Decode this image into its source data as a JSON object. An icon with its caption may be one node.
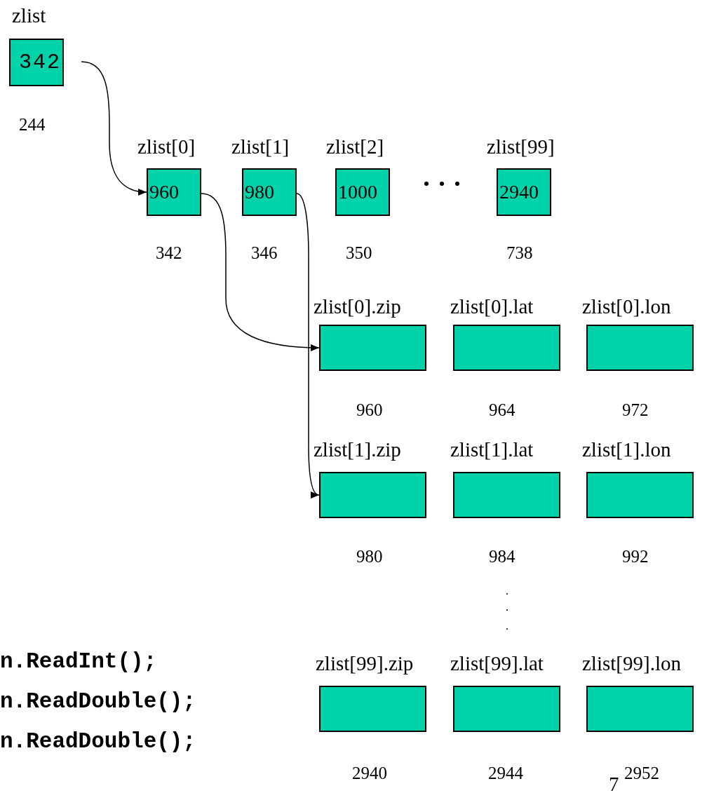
{
  "diagram": {
    "nodes": [
      {
        "text": [
          "zlist",
          "342"
        ],
        "beside": [
          "244"
        ]
      },
      {
        "text": [
          "zlist[0]",
          "960"
        ],
        "beside": [
          "342"
        ]
      },
      {
        "text": [
          "zlist[1]",
          "980"
        ],
        "beside": [
          "346"
        ]
      },
      {
        "text": [
          "zlist[2]",
          "1000"
        ],
        "beside": [
          "350"
        ]
      },
      {
        "text": [
          "zlist[99]",
          "2940"
        ],
        "beside": [
          "738"
        ]
      },
      {
        "text": [
          "zlist[0].zip"
        ],
        "beside": [
          "960"
        ]
      },
      {
        "text": [
          "zlist[0].lat"
        ],
        "beside": [
          "964"
        ]
      },
      {
        "text": [
          "zlist[0].lon"
        ],
        "beside": [
          "972"
        ]
      },
      {
        "text": [
          "zlist[1].zip"
        ],
        "beside": [
          "980"
        ]
      },
      {
        "text": [
          "zlist[1].lat"
        ],
        "beside": [
          "984"
        ]
      },
      {
        "text": [
          "zlist[1].lon"
        ],
        "beside": [
          "992"
        ]
      },
      {
        "text": [
          "zlist[99].zip"
        ],
        "beside": [
          "2940"
        ]
      },
      {
        "text": [
          "zlist[99].lat"
        ],
        "beside": [
          "2944"
        ]
      },
      {
        "text": [
          "zlist[99].lon"
        ],
        "beside": [
          "2952"
        ]
      }
    ],
    "edges": [
      {
        "from": 0,
        "to": 1,
        "arrow": "to"
      },
      {
        "from": 1,
        "to": 5,
        "arrow": "to"
      },
      {
        "from": 2,
        "to": 8,
        "arrow": "to"
      }
    ],
    "labels": [
      "n.ReadInt();",
      "n.ReadDouble();",
      "n.ReadDouble();",
      "7"
    ]
  }
}
